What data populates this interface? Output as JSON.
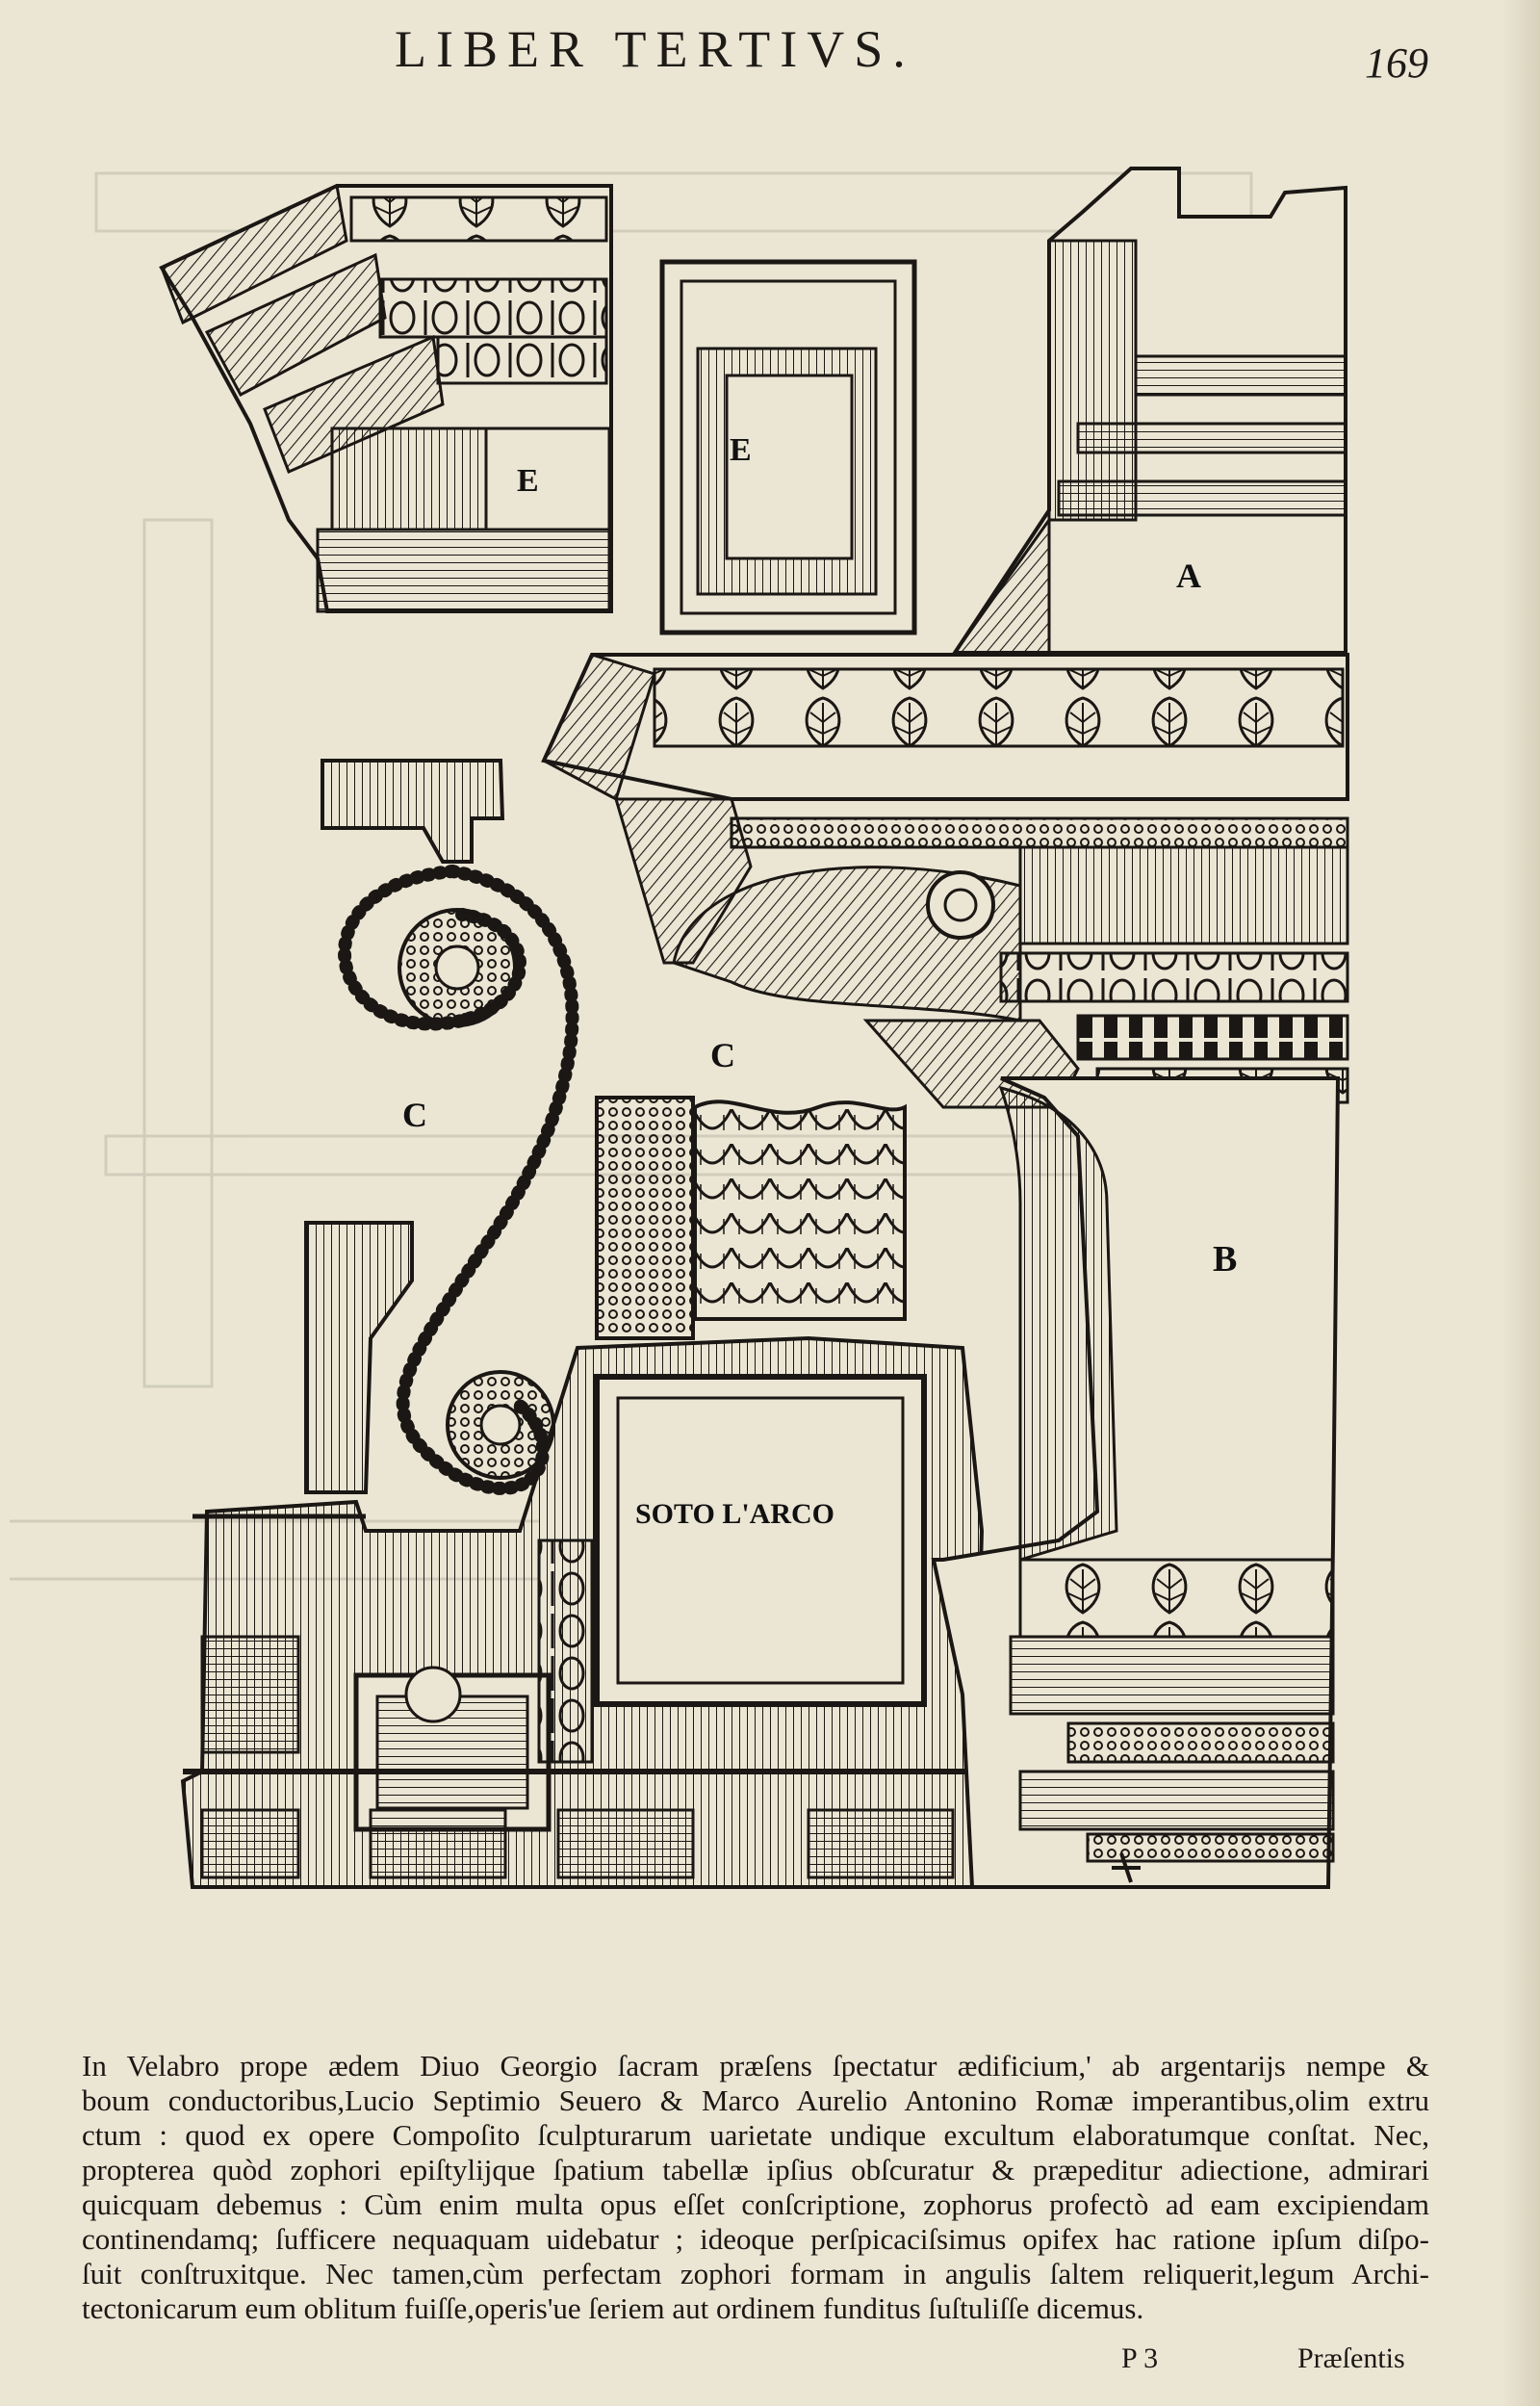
{
  "page": {
    "running_head": "LIBER TERTIVS.",
    "folio": "169",
    "signature": "P 3",
    "catchword": "Præſentis"
  },
  "plate": {
    "labels": {
      "cornice_left": "E",
      "panel": "E",
      "corner_top": "A",
      "console_left": "C",
      "console_center": "C",
      "pilaster_right": "B",
      "arch_soffit": "SOTO L'ARCO"
    },
    "colors": {
      "ink": "#1a1714",
      "paper": "#ebe6d4"
    }
  },
  "body": {
    "lines": [
      "In Velabro prope ædem Diuo Georgio ſacram præſens ſpectatur ædificium,' ab argentarijs nempe &",
      "boum conductoribus,Lucio Septimio Seuero & Marco Aurelio Antonino Romæ imperantibus,olim extru",
      "ctum : quod ex opere Compoſito ſculpturarum uarietate undique excultum elaboratumque conſtat. Nec,",
      "propterea quòd zophori epiſtylijque ſpatium tabellæ ipſius obſcuratur & præpeditur adiectione, admirari",
      "quicquam debemus : Cùm enim multa opus eſſet conſcriptione, zophorus profectò ad eam excipiendam",
      "continendamq; ſufficere nequaquam uidebatur ; ideoque perſpicaciſsimus opifex hac ratione ipſum diſpo-",
      "ſuit conſtruxitque. Nec tamen,cùm perfectam zophori formam in angulis ſaltem reliquerit,legum Archi-",
      "tectonicarum eum oblitum fuiſſe,operis'ue ſeriem aut ordinem funditus ſuſtuliſſe dicemus."
    ]
  }
}
